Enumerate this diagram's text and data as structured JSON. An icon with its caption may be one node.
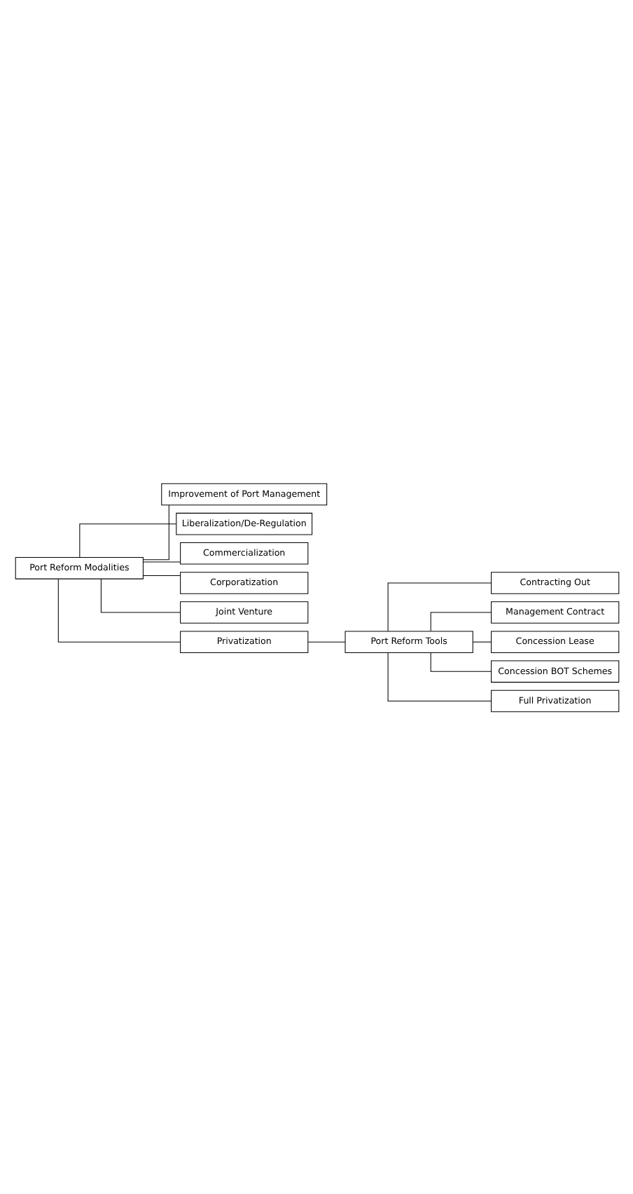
{
  "diagram": {
    "nodes": [
      {
        "text": [
          "Port Reform Modalities"
        ]
      },
      {
        "text": [
          "Improvement of Port Management"
        ]
      },
      {
        "text": [
          "Liberalization/De-Regulation"
        ]
      },
      {
        "text": [
          "Commercialization"
        ]
      },
      {
        "text": [
          "Corporatization"
        ]
      },
      {
        "text": [
          "Joint Venture"
        ]
      },
      {
        "text": [
          "Privatization"
        ]
      },
      {
        "text": [
          "Port Reform Tools"
        ]
      },
      {
        "text": [
          "Contracting Out"
        ]
      },
      {
        "text": [
          "Management Contract"
        ]
      },
      {
        "text": [
          "Concession Lease"
        ]
      },
      {
        "text": [
          "Concession BOT Schemes"
        ]
      },
      {
        "text": [
          "Full Privatization"
        ]
      }
    ],
    "edges": [
      {
        "from": 0,
        "to": 1,
        "arrow": "none"
      },
      {
        "from": 0,
        "to": 2,
        "arrow": "none"
      },
      {
        "from": 0,
        "to": 3,
        "arrow": "none"
      },
      {
        "from": 0,
        "to": 4,
        "arrow": "none"
      },
      {
        "from": 0,
        "to": 5,
        "arrow": "none"
      },
      {
        "from": 0,
        "to": 6,
        "arrow": "none"
      },
      {
        "from": 6,
        "to": 7,
        "arrow": "none"
      },
      {
        "from": 7,
        "to": 8,
        "arrow": "none"
      },
      {
        "from": 7,
        "to": 9,
        "arrow": "none"
      },
      {
        "from": 7,
        "to": 10,
        "arrow": "none"
      },
      {
        "from": 7,
        "to": 11,
        "arrow": "none"
      },
      {
        "from": 7,
        "to": 12,
        "arrow": "none"
      }
    ]
  }
}
